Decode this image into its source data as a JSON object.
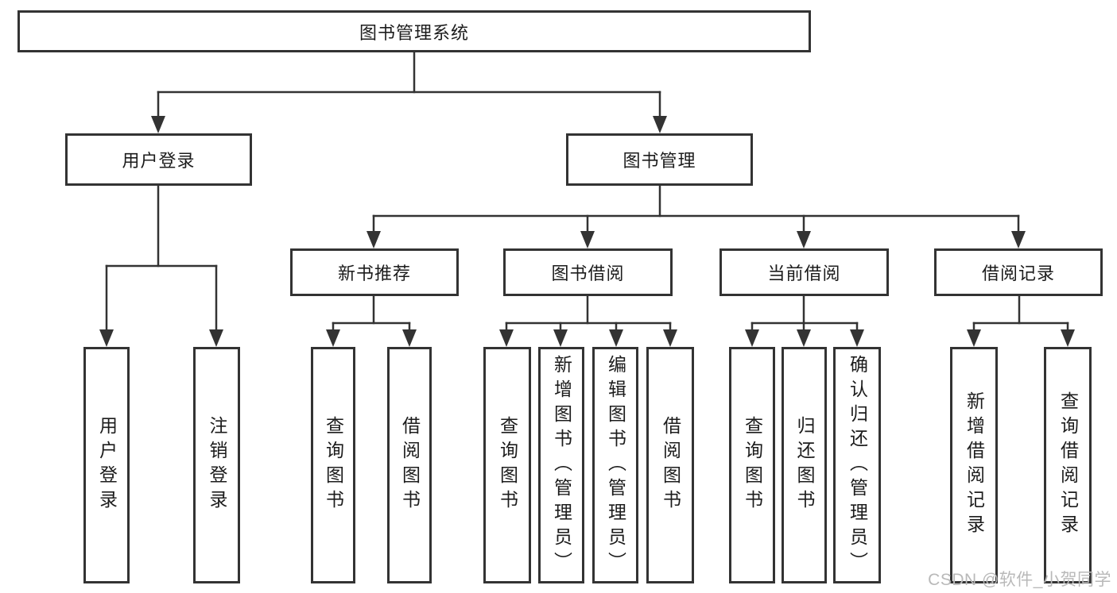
{
  "diagram": {
    "root": "图书管理系统",
    "branches": [
      {
        "label": "用户登录",
        "children": [
          {
            "label": "用户登录"
          },
          {
            "label": "注销登录"
          }
        ]
      },
      {
        "label": "图书管理",
        "children": [
          {
            "label": "新书推荐",
            "children": [
              {
                "label": "查询图书"
              },
              {
                "label": "借阅图书"
              }
            ]
          },
          {
            "label": "图书借阅",
            "children": [
              {
                "label": "查询图书"
              },
              {
                "label": "新增图书（管理员）"
              },
              {
                "label": "编辑图书（管理员）"
              },
              {
                "label": "借阅图书"
              }
            ]
          },
          {
            "label": "当前借阅",
            "children": [
              {
                "label": "查询图书"
              },
              {
                "label": "归还图书"
              },
              {
                "label": "确认归还（管理员）"
              }
            ]
          },
          {
            "label": "借阅记录",
            "children": [
              {
                "label": "新增借阅记录"
              },
              {
                "label": "查询借阅记录"
              }
            ]
          }
        ]
      }
    ]
  },
  "watermark": "CSDN @软件_小贺同学",
  "colors": {
    "line": "#333333",
    "text": "#1c1c1c",
    "watermark": "#b9b9b9",
    "bg": "#ffffff"
  }
}
